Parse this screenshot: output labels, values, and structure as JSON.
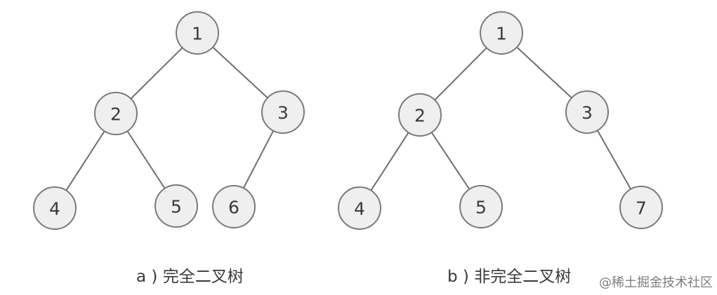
{
  "trees": [
    {
      "caption": "a ) 完全二叉树",
      "nodes": [
        {
          "id": "a1",
          "label": "1"
        },
        {
          "id": "a2",
          "label": "2"
        },
        {
          "id": "a3",
          "label": "3"
        },
        {
          "id": "a4",
          "label": "4"
        },
        {
          "id": "a5",
          "label": "5"
        },
        {
          "id": "a6",
          "label": "6"
        }
      ],
      "edges": [
        [
          "a1",
          "a2"
        ],
        [
          "a1",
          "a3"
        ],
        [
          "a2",
          "a4"
        ],
        [
          "a2",
          "a5"
        ],
        [
          "a3",
          "a6"
        ]
      ]
    },
    {
      "caption": "b ) 非完全二叉树",
      "nodes": [
        {
          "id": "b1",
          "label": "1"
        },
        {
          "id": "b2",
          "label": "2"
        },
        {
          "id": "b3",
          "label": "3"
        },
        {
          "id": "b4",
          "label": "4"
        },
        {
          "id": "b5",
          "label": "5"
        },
        {
          "id": "b7",
          "label": "7"
        }
      ],
      "edges": [
        [
          "b1",
          "b2"
        ],
        [
          "b1",
          "b3"
        ],
        [
          "b2",
          "b4"
        ],
        [
          "b2",
          "b5"
        ],
        [
          "b3",
          "b7"
        ]
      ]
    }
  ],
  "watermark": "@稀土掘金技术社区",
  "colors": {
    "node_fill": "#efefef",
    "node_stroke": "#7a7a7a",
    "edge": "#6f6f6f",
    "text": "#3a3a3a"
  }
}
